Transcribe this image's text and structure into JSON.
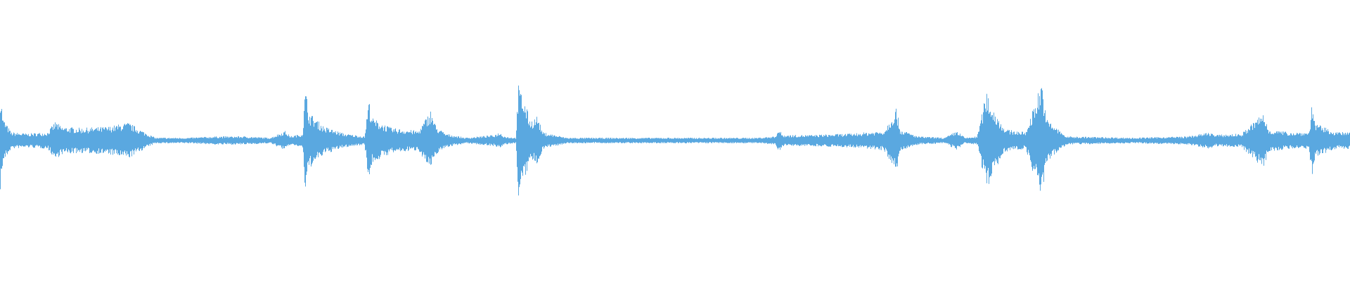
{
  "waveform": {
    "color": "#5aa8e0",
    "background": "#ffffff",
    "duration_fraction_note": "",
    "peaks": [
      [
        0.0,
        0.36
      ],
      [
        0.002,
        0.16
      ],
      [
        0.008,
        0.06
      ],
      [
        0.02,
        0.05
      ],
      [
        0.035,
        0.06
      ],
      [
        0.041,
        0.14
      ],
      [
        0.045,
        0.1
      ],
      [
        0.06,
        0.09
      ],
      [
        0.08,
        0.1
      ],
      [
        0.095,
        0.13
      ],
      [
        0.1,
        0.1
      ],
      [
        0.107,
        0.06
      ],
      [
        0.115,
        0.02
      ],
      [
        0.14,
        0.02
      ],
      [
        0.16,
        0.03
      ],
      [
        0.18,
        0.03
      ],
      [
        0.2,
        0.02
      ],
      [
        0.211,
        0.07
      ],
      [
        0.215,
        0.03
      ],
      [
        0.224,
        0.05
      ],
      [
        0.226,
        0.38
      ],
      [
        0.229,
        0.2
      ],
      [
        0.24,
        0.1
      ],
      [
        0.255,
        0.05
      ],
      [
        0.27,
        0.03
      ],
      [
        0.273,
        0.3
      ],
      [
        0.276,
        0.16
      ],
      [
        0.29,
        0.09
      ],
      [
        0.31,
        0.07
      ],
      [
        0.319,
        0.22
      ],
      [
        0.323,
        0.1
      ],
      [
        0.33,
        0.05
      ],
      [
        0.345,
        0.02
      ],
      [
        0.366,
        0.04
      ],
      [
        0.37,
        0.06
      ],
      [
        0.374,
        0.03
      ],
      [
        0.382,
        0.02
      ],
      [
        0.384,
        0.4
      ],
      [
        0.388,
        0.3
      ],
      [
        0.393,
        0.14
      ],
      [
        0.398,
        0.18
      ],
      [
        0.402,
        0.06
      ],
      [
        0.42,
        0.02
      ],
      [
        0.47,
        0.02
      ],
      [
        0.52,
        0.02
      ],
      [
        0.56,
        0.02
      ],
      [
        0.574,
        0.03
      ],
      [
        0.577,
        0.08
      ],
      [
        0.58,
        0.04
      ],
      [
        0.6,
        0.04
      ],
      [
        0.63,
        0.05
      ],
      [
        0.655,
        0.07
      ],
      [
        0.664,
        0.24
      ],
      [
        0.667,
        0.08
      ],
      [
        0.68,
        0.03
      ],
      [
        0.7,
        0.02
      ],
      [
        0.709,
        0.07
      ],
      [
        0.715,
        0.02
      ],
      [
        0.724,
        0.03
      ],
      [
        0.731,
        0.36
      ],
      [
        0.735,
        0.24
      ],
      [
        0.745,
        0.08
      ],
      [
        0.76,
        0.06
      ],
      [
        0.772,
        0.44
      ],
      [
        0.775,
        0.16
      ],
      [
        0.79,
        0.03
      ],
      [
        0.84,
        0.02
      ],
      [
        0.88,
        0.03
      ],
      [
        0.897,
        0.06
      ],
      [
        0.9,
        0.04
      ],
      [
        0.92,
        0.05
      ],
      [
        0.936,
        0.2
      ],
      [
        0.94,
        0.08
      ],
      [
        0.955,
        0.06
      ],
      [
        0.97,
        0.06
      ],
      [
        0.972,
        0.26
      ],
      [
        0.975,
        0.12
      ],
      [
        0.99,
        0.06
      ],
      [
        1.0,
        0.06
      ]
    ]
  }
}
